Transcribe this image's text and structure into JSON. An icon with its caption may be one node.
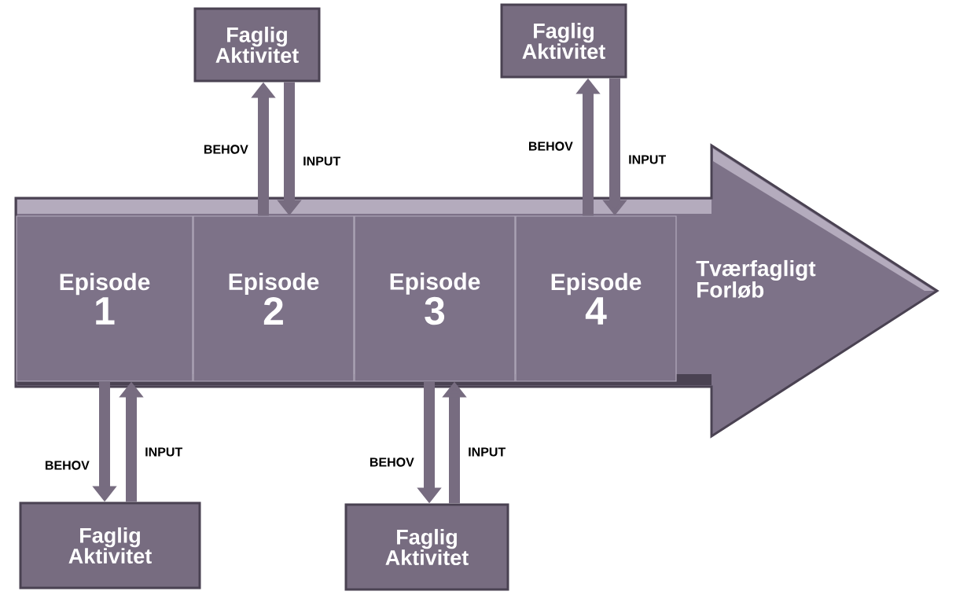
{
  "diagram": {
    "nodes": [
      {
        "text": [
          "Faglig Aktivitet"
        ]
      },
      {
        "text": [
          "Faglig Aktivitet"
        ]
      },
      {
        "text": [
          "Tværfagligt Forløb"
        ]
      },
      {
        "text": [
          "Episode",
          "1"
        ],
        "in": 2
      },
      {
        "text": [
          "Episode",
          "2"
        ],
        "in": 2
      },
      {
        "text": [
          "Episode",
          "3"
        ],
        "in": 2
      },
      {
        "text": [
          "Episode",
          "4"
        ],
        "in": 2
      },
      {
        "text": [
          "Faglig Aktivitet"
        ]
      },
      {
        "text": [
          "Faglig Aktivitet"
        ]
      }
    ],
    "edges": [
      {
        "from": 4,
        "to": 0,
        "arrow": "to",
        "label": "BEHOV"
      },
      {
        "from": 0,
        "to": 4,
        "arrow": "to",
        "label": "INPUT"
      },
      {
        "from": 6,
        "to": 1,
        "arrow": "to",
        "label": "BEHOV"
      },
      {
        "from": 1,
        "to": 6,
        "arrow": "to",
        "label": "INPUT"
      },
      {
        "from": 3,
        "to": 7,
        "arrow": "to",
        "label": "BEHOV"
      },
      {
        "from": 7,
        "to": 3,
        "arrow": "to",
        "label": "INPUT"
      },
      {
        "from": 5,
        "to": 8,
        "arrow": "to",
        "label": "BEHOV"
      },
      {
        "from": 8,
        "to": 5,
        "arrow": "to",
        "label": "INPUT"
      }
    ]
  }
}
